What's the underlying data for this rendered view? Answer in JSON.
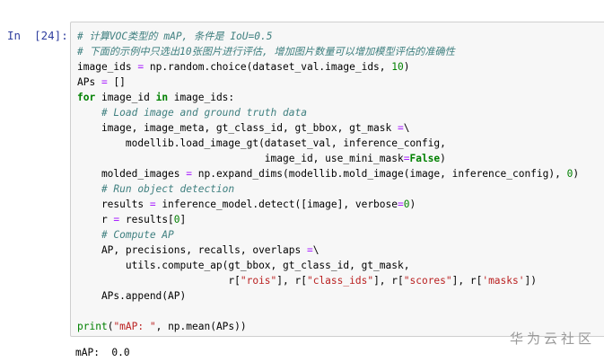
{
  "cell": {
    "prompt": "In  [24]:",
    "code_lines": [
      "# 计算VOC类型的 mAP, 条件是 IoU=0.5",
      "# 下面的示例中只选出10张图片进行评估, 增加图片数量可以增加模型评估的准确性",
      "image_ids = np.random.choice(dataset_val.image_ids, 10)",
      "APs = []",
      "for image_id in image_ids:",
      "    # Load image and ground truth data",
      "    image, image_meta, gt_class_id, gt_bbox, gt_mask =\\",
      "        modellib.load_image_gt(dataset_val, inference_config,",
      "                               image_id, use_mini_mask=False)",
      "    molded_images = np.expand_dims(modellib.mold_image(image, inference_config), 0)",
      "    # Run object detection",
      "    results = inference_model.detect([image], verbose=0)",
      "    r = results[0]",
      "    # Compute AP",
      "    AP, precisions, recalls, overlaps =\\",
      "        utils.compute_ap(gt_bbox, gt_class_id, gt_mask,",
      "                         r[\"rois\"], r[\"class_ids\"], r[\"scores\"], r['masks'])",
      "    APs.append(AP)",
      "",
      "print(\"mAP: \", np.mean(APs))"
    ],
    "output": "mAP:  0.0"
  },
  "watermark": "华为云社区",
  "colors": {
    "comment": "#408080",
    "keyword": "#008000",
    "string": "#ba2121",
    "operator": "#aa22ff",
    "prompt": "#303f9f",
    "cell_background": "#f7f7f7",
    "cell_border": "#cfcfcf"
  }
}
